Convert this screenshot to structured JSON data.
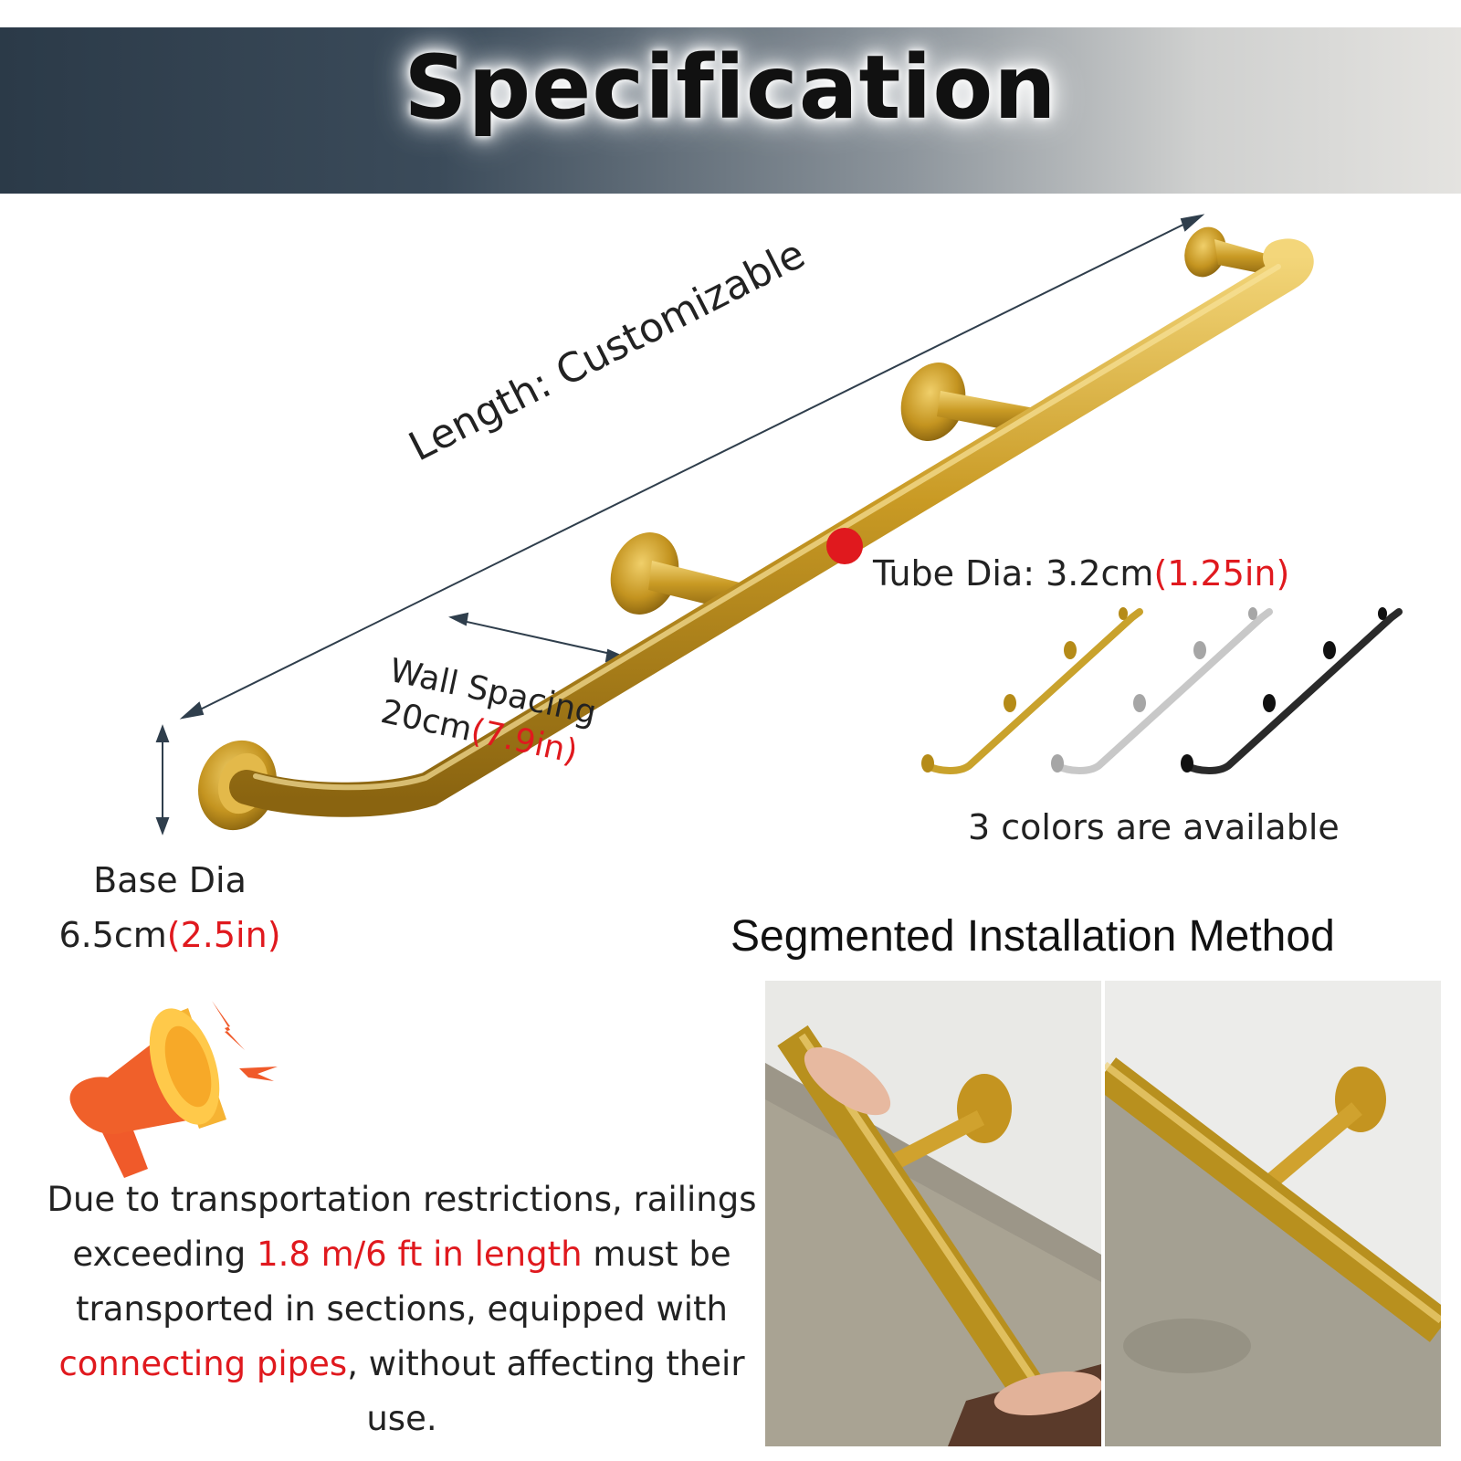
{
  "header": {
    "title": "Specification"
  },
  "dimensions": {
    "length": "Length: Customizable",
    "wall_spacing_label": "Wall Spacing",
    "wall_spacing_metric": "20cm",
    "wall_spacing_imperial": "(7.9in)",
    "tube_label": "Tube Dia: 3.2cm",
    "tube_imperial": "(1.25in)",
    "base_label": "Base Dia",
    "base_metric": "6.5cm",
    "base_imperial": "(2.5in)"
  },
  "variants": {
    "caption": "3 colors are available",
    "colors": [
      "#c9a22c",
      "#c8c8c8",
      "#2a2a2a"
    ]
  },
  "installation": {
    "title": "Segmented Installation Method"
  },
  "notice": {
    "part1": "Due to transportation restrictions, railings exceeding ",
    "highlight1": "1.8 m/6 ft in length",
    "part2": " must be transported in sections, equipped with ",
    "highlight2": "connecting pipes",
    "part3": ", without affecting their use."
  },
  "colors": {
    "accent_red": "#e0191e",
    "gold": "#c9a22c"
  }
}
